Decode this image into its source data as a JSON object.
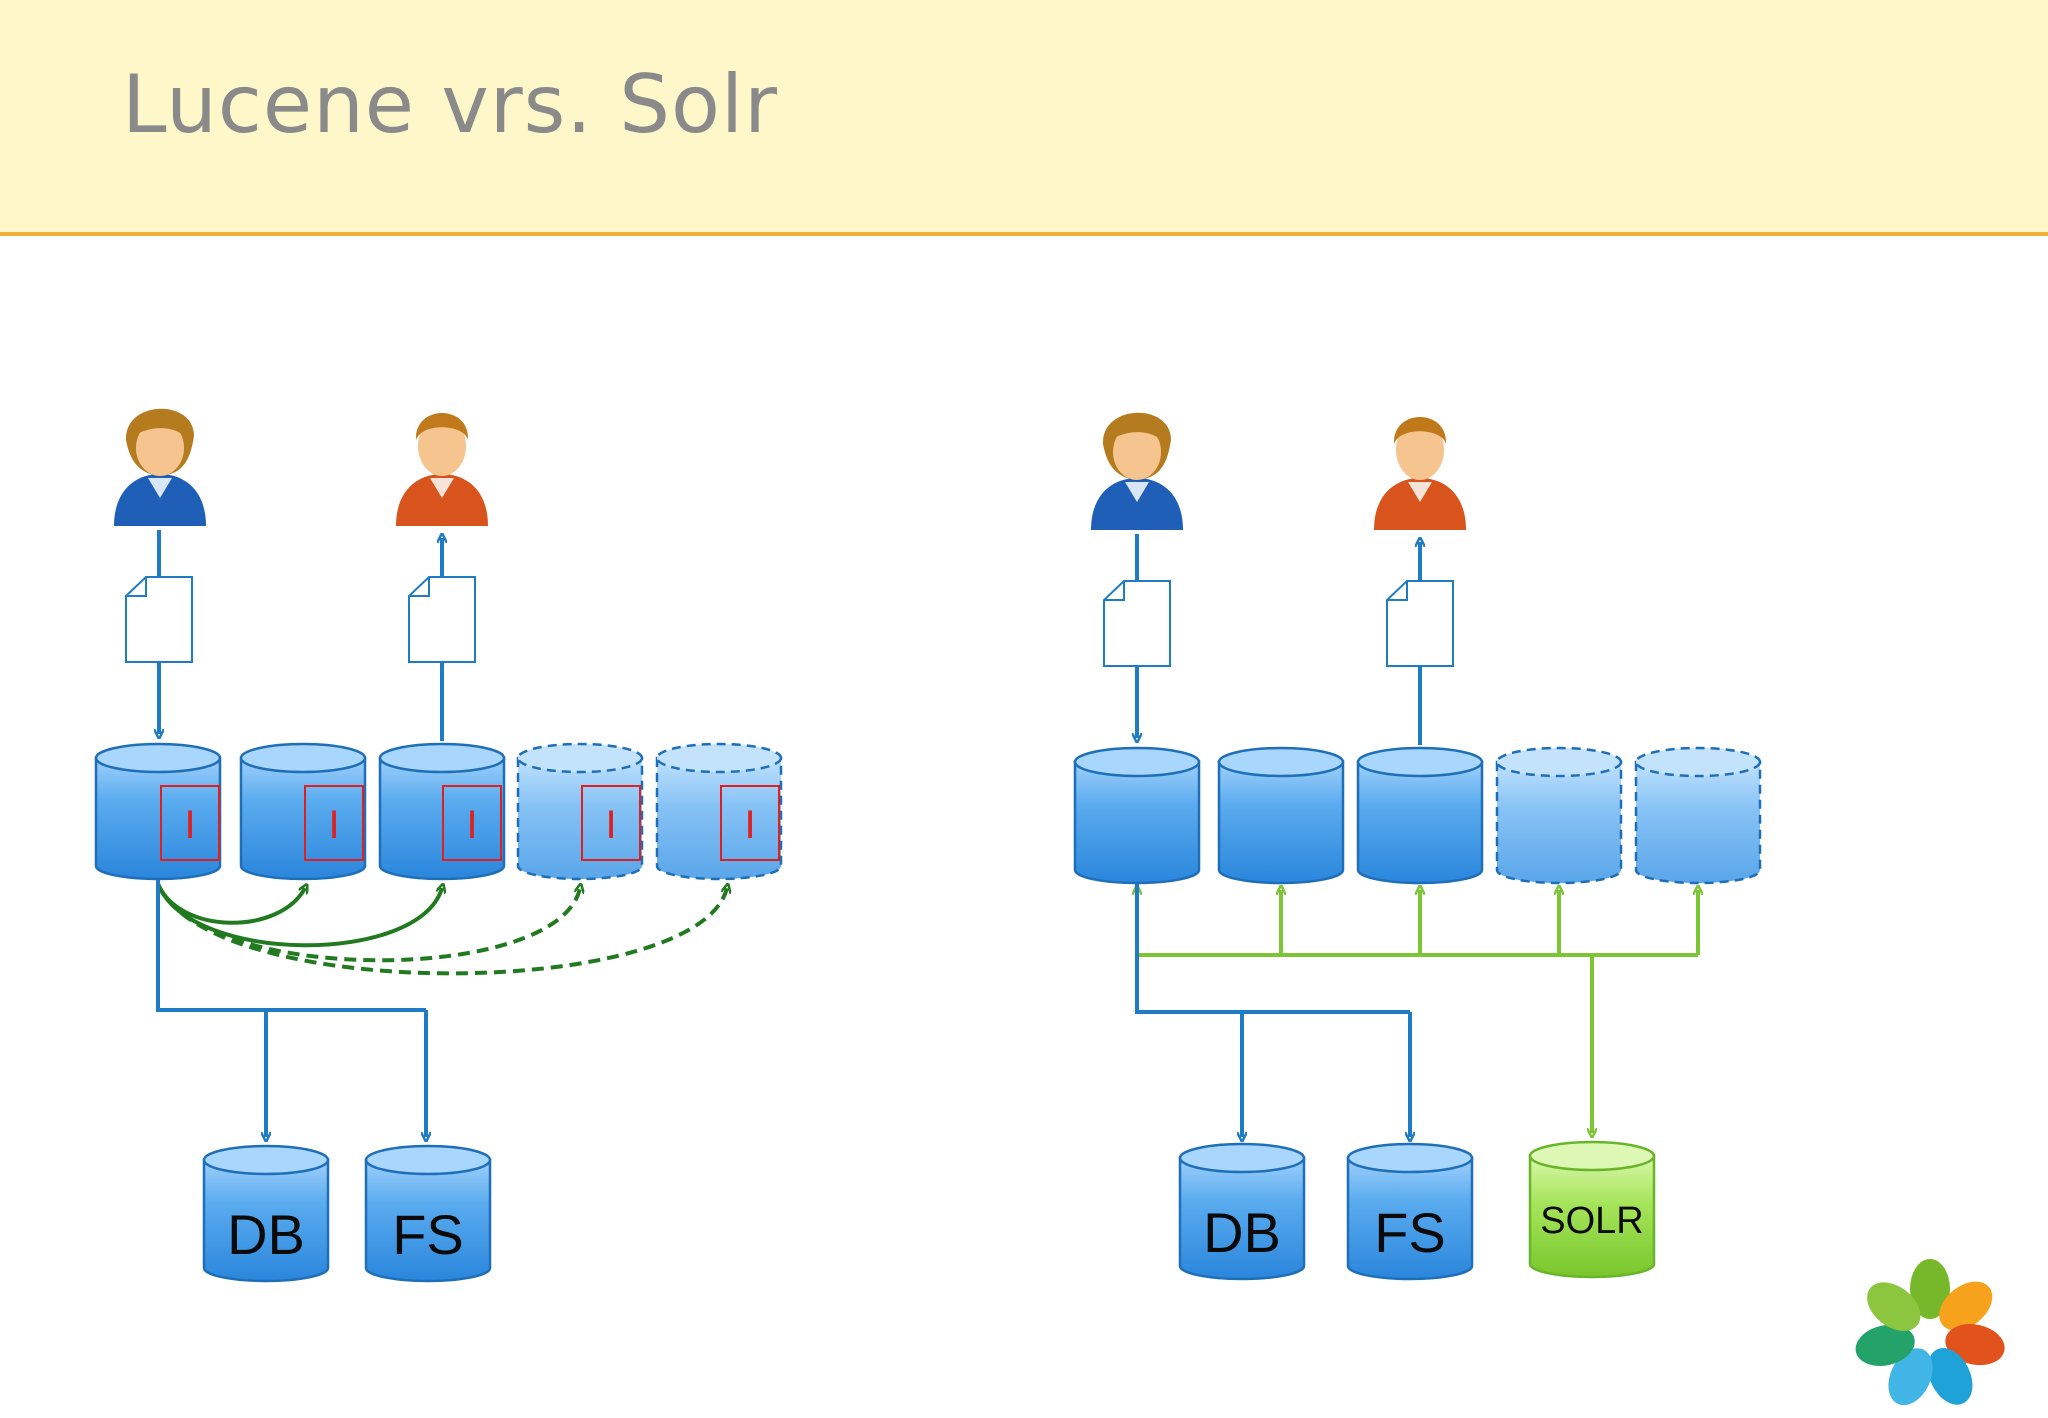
{
  "slide": {
    "title": "Lucene vrs. Solr"
  },
  "lucene_diagram": {
    "index_marker": "I",
    "storage": [
      "DB",
      "FS"
    ]
  },
  "solr_diagram": {
    "storage": [
      "DB",
      "FS"
    ],
    "search_server": "SOLR"
  },
  "colors": {
    "header_bg": "#fdf7c9",
    "header_rule": "#f0b23a",
    "node_blue": "#3b93e6",
    "flow_blue": "#1f7cc4",
    "index_sync_green": "#217a1f",
    "solr_green": "#7cc534",
    "index_red": "#e02020"
  },
  "icons": [
    "user-blue-icon",
    "user-orange-icon",
    "document-icon",
    "logo-icon"
  ]
}
